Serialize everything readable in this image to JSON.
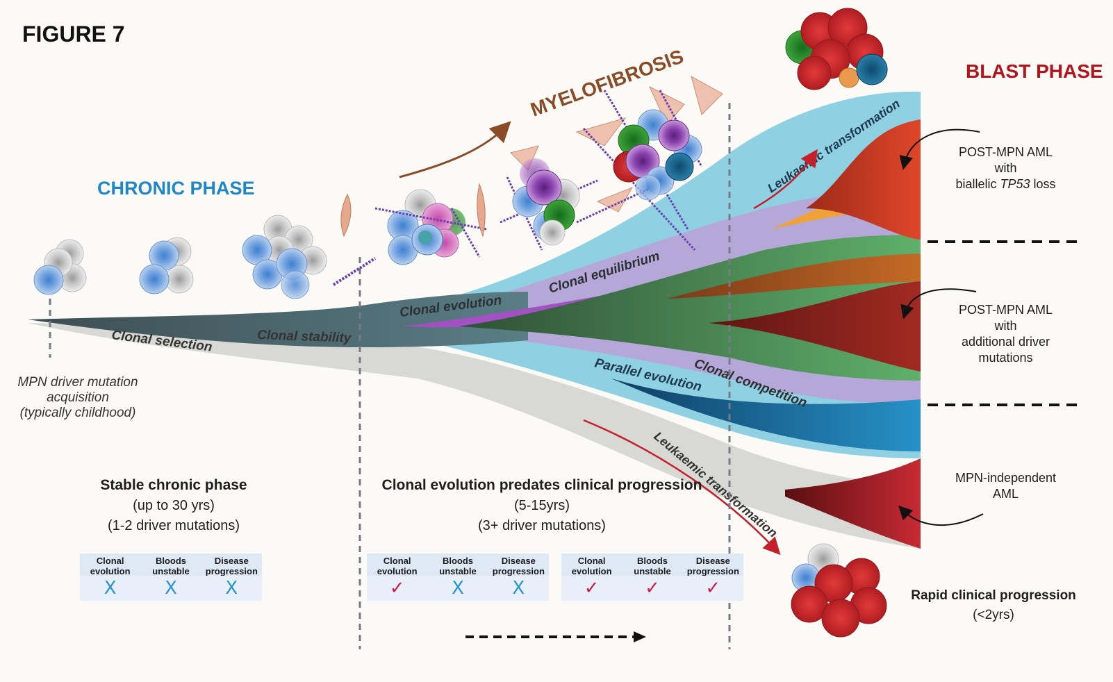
{
  "figure_title": "FIGURE 7",
  "phases": {
    "chronic": "CHRONIC PHASE",
    "myelofibrosis": "MYELOFIBROSIS",
    "blast": "BLAST PHASE"
  },
  "stream_labels": {
    "clonal_selection": "Clonal selection",
    "clonal_stability": "Clonal stability",
    "clonal_evolution": "Clonal evolution",
    "clonal_equilibrium": "Clonal equilibrium",
    "parallel_evolution": "Parallel evolution",
    "clonal_competition": "Clonal competition",
    "leukaemic_transformation_upper": "Leukaemic transformation",
    "leukaemic_transformation_lower": "Leukaemic transformation"
  },
  "acquisition_note": [
    "MPN driver mutation",
    "acquisition",
    "(typically childhood)"
  ],
  "outcomes": {
    "aml_tp53": {
      "line1": "POST-MPN AML",
      "line2": "with",
      "line3_pre": "biallelic ",
      "line3_italic": "TP53",
      "line3_post": " loss"
    },
    "aml_drivers": [
      "POST-MPN AML",
      "with",
      "additional driver",
      "mutations"
    ],
    "aml_independent": [
      "MPN-independent",
      "AML"
    ]
  },
  "sections": {
    "stable": {
      "title": "Stable chronic phase",
      "duration": "(up to 30 yrs)",
      "mutations": "(1-2 driver mutations)"
    },
    "evolution": {
      "title": "Clonal evolution predates clinical progression",
      "duration": "(5-15yrs)",
      "mutations": "(3+ driver mutations)"
    },
    "rapid": {
      "title": "Rapid clinical progression",
      "duration": "(<2yrs)"
    }
  },
  "table_headers": [
    "Clonal evolution",
    "Bloods unstable",
    "Disease progression"
  ],
  "tables": [
    {
      "marks": [
        "X",
        "X",
        "X"
      ]
    },
    {
      "marks": [
        "✓",
        "X",
        "X"
      ]
    },
    {
      "marks": [
        "✓",
        "✓",
        "✓"
      ]
    }
  ],
  "colors": {
    "chronic_blue": "#1f86c7",
    "myelofibrosis_brown": "#8a4b26",
    "blast_red": "#b3141c",
    "check_red": "#c81d4e",
    "x_blue": "#2a92d0"
  }
}
